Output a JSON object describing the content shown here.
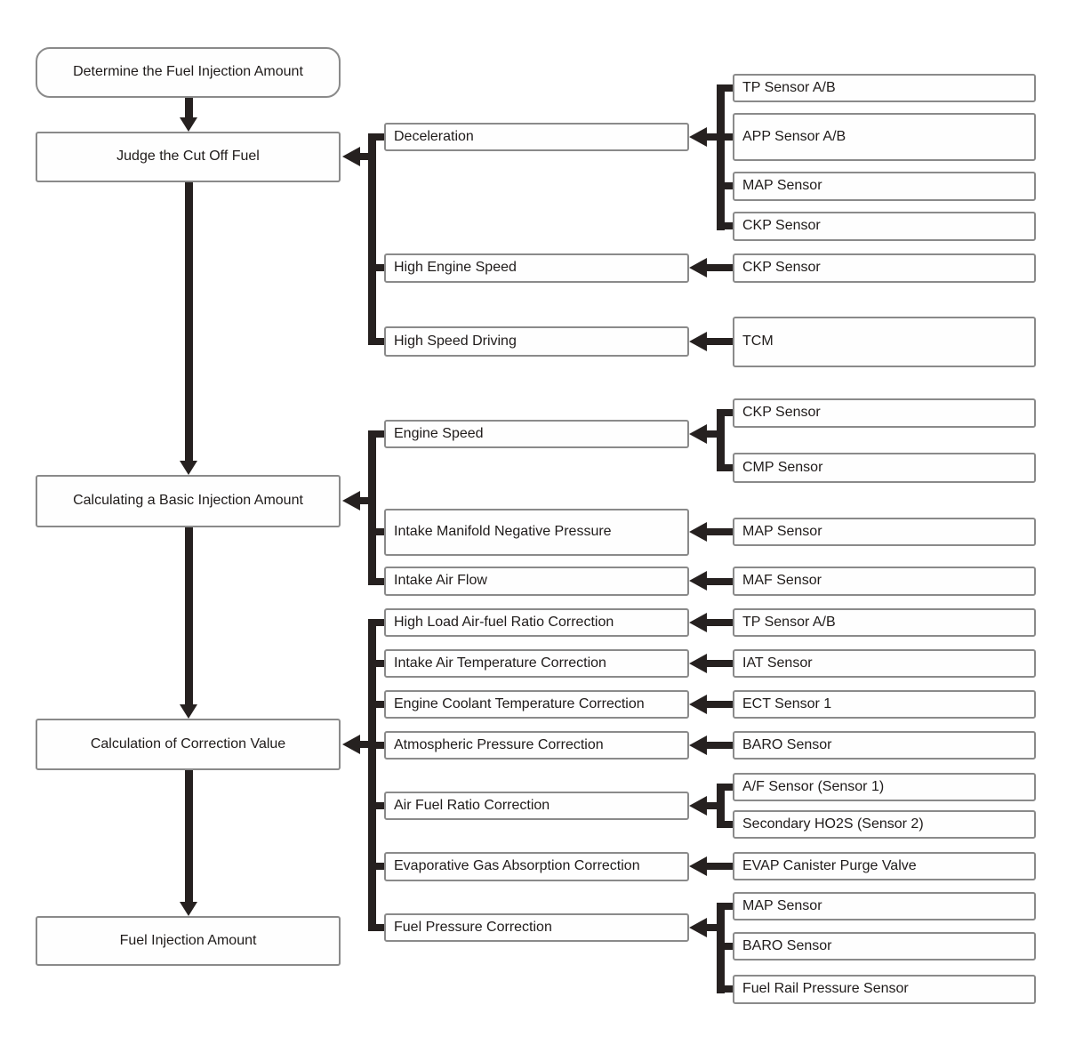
{
  "diagram": {
    "title": "Determine the Fuel Injection Amount",
    "colors": {
      "line": "#262120",
      "box_border": "#8a8a8a",
      "text": "#1f1b1a",
      "background": "#ffffff"
    },
    "stages": [
      {
        "label": "Determine the Fuel Injection Amount"
      },
      {
        "label": "Judge the Cut Off Fuel",
        "conditions": [
          {
            "label": "Deceleration",
            "sources": [
              {
                "label": "TP Sensor A/B"
              },
              {
                "label": "APP Sensor A/B"
              },
              {
                "label": "MAP Sensor"
              },
              {
                "label": "CKP Sensor"
              }
            ]
          },
          {
            "label": "High Engine Speed",
            "sources": [
              {
                "label": "CKP Sensor"
              }
            ]
          },
          {
            "label": "High Speed Driving",
            "sources": [
              {
                "label": "TCM"
              }
            ]
          }
        ]
      },
      {
        "label": "Calculating a Basic Injection Amount",
        "conditions": [
          {
            "label": "Engine Speed",
            "sources": [
              {
                "label": "CKP Sensor"
              },
              {
                "label": "CMP Sensor"
              }
            ]
          },
          {
            "label": "Intake Manifold Negative Pressure",
            "sources": [
              {
                "label": "MAP Sensor"
              }
            ]
          },
          {
            "label": "Intake Air Flow",
            "sources": [
              {
                "label": "MAF Sensor"
              }
            ]
          }
        ]
      },
      {
        "label": "Calculation of Correction Value",
        "conditions": [
          {
            "label": "High Load Air-fuel Ratio Correction",
            "sources": [
              {
                "label": "TP Sensor A/B"
              }
            ]
          },
          {
            "label": "Intake Air Temperature Correction",
            "sources": [
              {
                "label": "IAT Sensor"
              }
            ]
          },
          {
            "label": "Engine Coolant Temperature Correction",
            "sources": [
              {
                "label": "ECT Sensor 1"
              }
            ]
          },
          {
            "label": "Atmospheric Pressure Correction",
            "sources": [
              {
                "label": "BARO Sensor"
              }
            ]
          },
          {
            "label": "Air Fuel Ratio Correction",
            "sources": [
              {
                "label": "A/F Sensor (Sensor 1)"
              },
              {
                "label": "Secondary HO2S (Sensor 2)"
              }
            ]
          },
          {
            "label": "Evaporative Gas Absorption Correction",
            "sources": [
              {
                "label": "EVAP Canister Purge Valve"
              }
            ]
          },
          {
            "label": "Fuel Pressure Correction",
            "sources": [
              {
                "label": "MAP Sensor"
              },
              {
                "label": "BARO Sensor"
              },
              {
                "label": "Fuel Rail Pressure Sensor"
              }
            ]
          }
        ]
      },
      {
        "label": "Fuel Injection Amount"
      }
    ]
  }
}
